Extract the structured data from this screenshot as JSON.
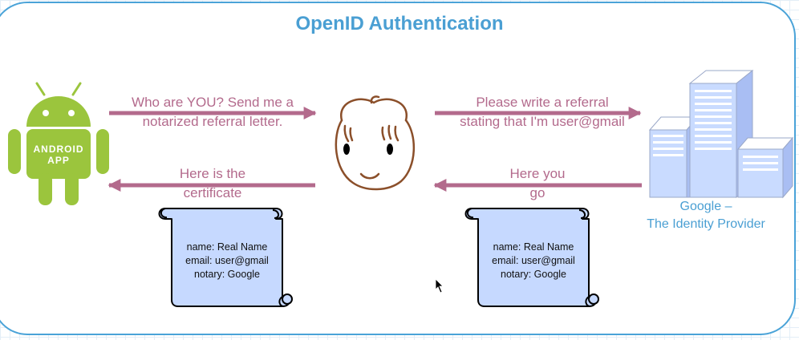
{
  "title": "OpenID Authentication",
  "android": {
    "logo_line1": "ANDROID",
    "logo_line2": "APP"
  },
  "messages": {
    "request_left_line1": "Who are YOU? Send me a",
    "request_left_line2": "notarized referral letter.",
    "request_right_line1": "Please write a referral",
    "request_right_line2": "stating that I'm user@gmail",
    "reply_right_line1": "Here you",
    "reply_right_line2": "go",
    "reply_left_line1": "Here is the",
    "reply_left_line2": "certificate"
  },
  "provider": {
    "line1": "Google –",
    "line2": "The Identity Provider"
  },
  "certificate": {
    "name": "name: Real Name",
    "email": "email: user@gmail",
    "notary": "notary: Google"
  },
  "colors": {
    "title": "#4a9fd3",
    "arrow": "#b36a8c",
    "android": "#9bc53d",
    "scroll_fill": "#c6d9ff",
    "building": "#c9dbff",
    "frame": "#4aa3d8"
  }
}
